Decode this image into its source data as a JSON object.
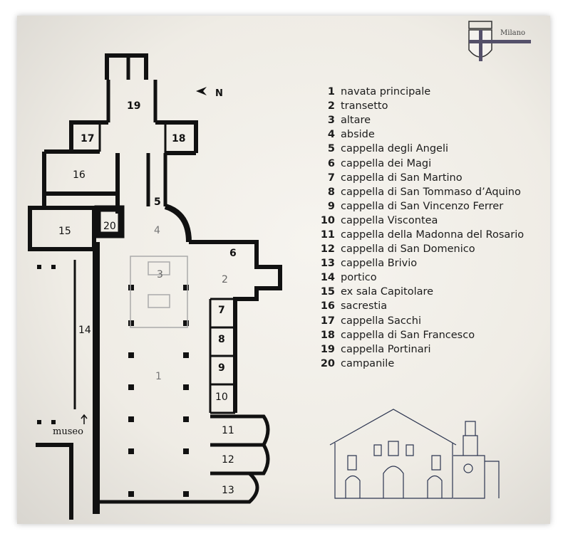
{
  "crest": {
    "label": "Milano"
  },
  "compass": {
    "label": "N"
  },
  "plan": {
    "museo_label": "museo",
    "room_numbers": [
      "1",
      "2",
      "3",
      "4",
      "5",
      "6",
      "7",
      "8",
      "9",
      "10",
      "11",
      "12",
      "13",
      "14",
      "15",
      "16",
      "17",
      "18",
      "19",
      "20"
    ]
  },
  "legend": [
    {
      "n": "1",
      "label": "navata principale"
    },
    {
      "n": "2",
      "label": "transetto"
    },
    {
      "n": "3",
      "label": "altare"
    },
    {
      "n": "4",
      "label": "abside"
    },
    {
      "n": "5",
      "label": "cappella degli Angeli"
    },
    {
      "n": "6",
      "label": "cappella dei Magi"
    },
    {
      "n": "7",
      "label": "cappella di San Martino"
    },
    {
      "n": "8",
      "label": "cappella di San Tommaso d’Aquino"
    },
    {
      "n": "9",
      "label": "cappella di San Vincenzo Ferrer"
    },
    {
      "n": "10",
      "label": "cappella Viscontea"
    },
    {
      "n": "11",
      "label": "cappella della Madonna del Rosario"
    },
    {
      "n": "12",
      "label": "cappella di San Domenico"
    },
    {
      "n": "13",
      "label": "cappella Brivio"
    },
    {
      "n": "14",
      "label": "portico"
    },
    {
      "n": "15",
      "label": "ex sala Capitolare"
    },
    {
      "n": "16",
      "label": "sacrestia"
    },
    {
      "n": "17",
      "label": "cappella Sacchi"
    },
    {
      "n": "18",
      "label": "cappella di San Francesco"
    },
    {
      "n": "19",
      "label": "cappella Portinari"
    },
    {
      "n": "20",
      "label": "campanile"
    }
  ]
}
